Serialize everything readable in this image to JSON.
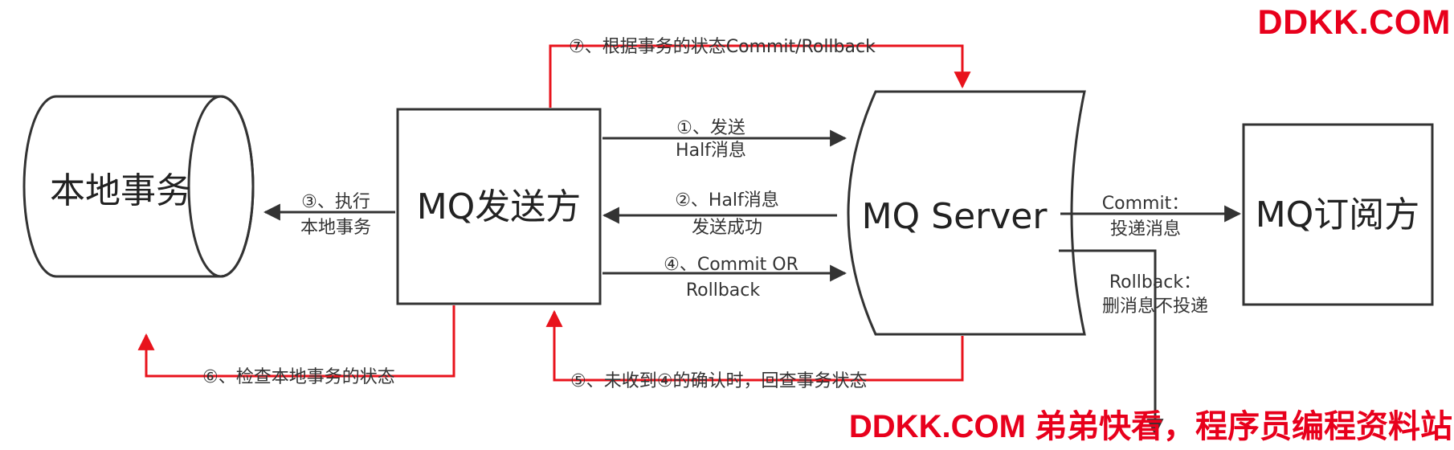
{
  "nodes": {
    "local_transaction": "本地事务",
    "mq_sender": "MQ发送方",
    "mq_server": "MQ Server",
    "mq_subscriber": "MQ订阅方"
  },
  "edges": {
    "step1": [
      "①、发送",
      "Half消息"
    ],
    "step2": [
      "②、Half消息",
      "发送成功"
    ],
    "step3": [
      "③、执行",
      "本地事务"
    ],
    "step4": [
      "④、Commit OR",
      "Rollback"
    ],
    "step5": "⑤、未收到④的确认时，回查事务状态",
    "step6": "⑥、检查本地事务的状态",
    "step7": "⑦、根据事务的状态Commit/Rollback",
    "commit": [
      "Commit：",
      "投递消息"
    ],
    "rollback": [
      "Rollback：",
      "删消息不投递"
    ]
  },
  "watermark": {
    "top": "DDKK.COM",
    "bottom": "DDKK.COM 弟弟快看，程序员编程资料站"
  },
  "colors": {
    "control_flow": "#e8131c",
    "main_flow": "#333333",
    "watermark": "#e8001c"
  }
}
